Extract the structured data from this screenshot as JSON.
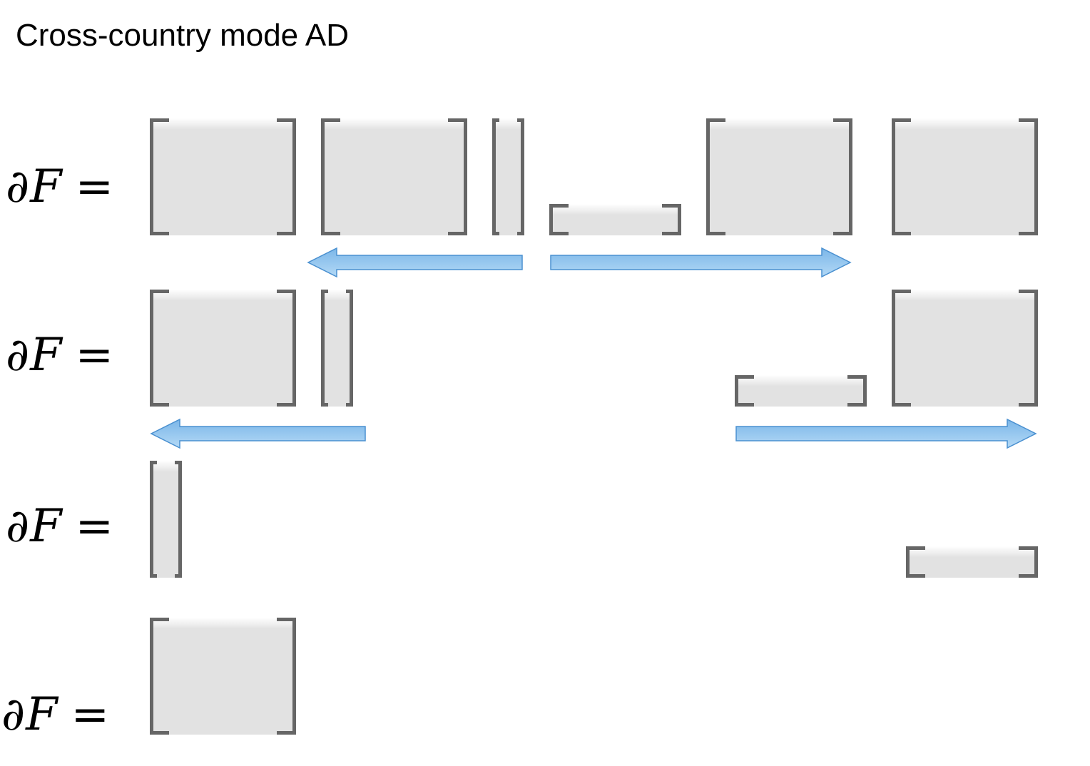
{
  "title": "Cross-country mode AD",
  "equation_label": "∂F =",
  "rows": [
    {
      "lhs": {
        "symbol": "∂F",
        "operator": "="
      }
    },
    {
      "lhs": {
        "symbol": "∂F",
        "operator": "="
      }
    },
    {
      "lhs": {
        "symbol": "∂F",
        "operator": "="
      }
    },
    {
      "lhs": {
        "symbol": "∂F",
        "operator": "="
      }
    }
  ],
  "colors": {
    "bracket": "#666666",
    "matrix_fill": "#e2e2e2",
    "arrow_fill": "#9ccbf0",
    "arrow_stroke": "#4a90d0"
  }
}
